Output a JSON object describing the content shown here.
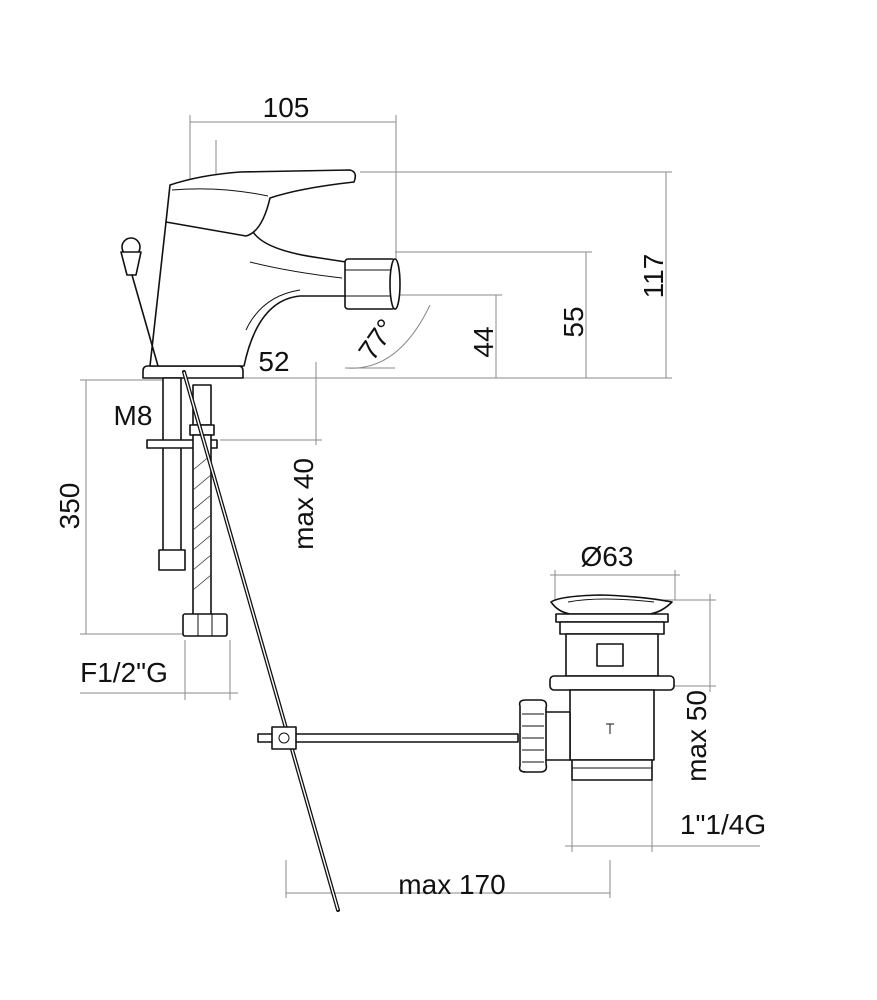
{
  "dimensions": {
    "width_total": "105",
    "height_total": "117",
    "outlet_height": "55",
    "outlet_center": "44",
    "swivel_angle": "77°",
    "outlet_reach": "52",
    "rod_thread": "M8",
    "hose_length": "350",
    "max_thickness": "max 40",
    "hose_connection": "F1/2\"G",
    "waste_diameter": "Ø63",
    "waste_max_thickness": "max 50",
    "waste_thread": "1\"1/4G",
    "rod_reach": "max 170"
  },
  "colors": {
    "line": "#111111",
    "dimension_line": "#8a8a8a",
    "background": "#ffffff"
  }
}
